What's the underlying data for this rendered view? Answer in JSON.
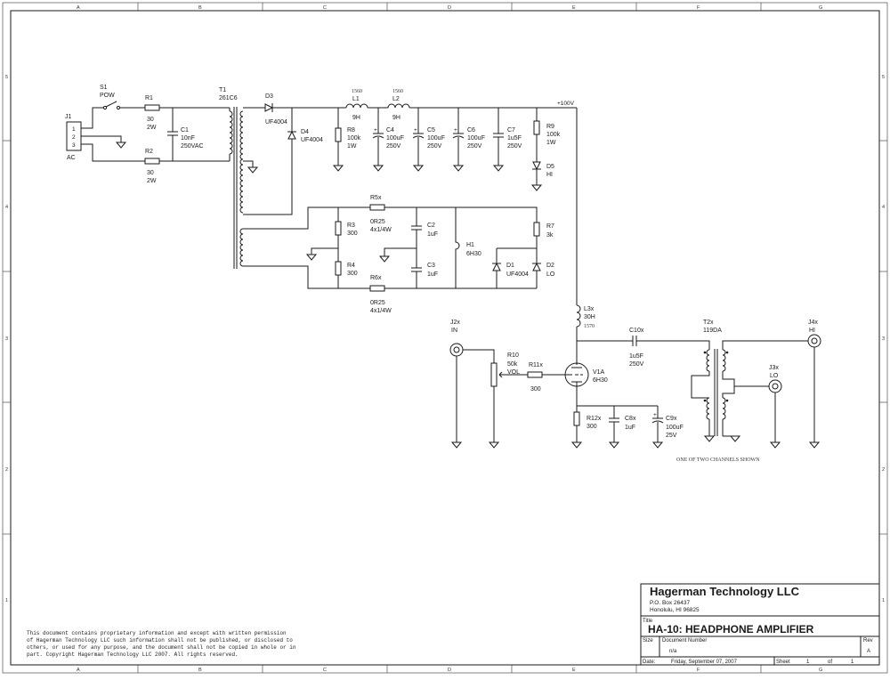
{
  "border": {
    "columns": [
      "A",
      "B",
      "C",
      "D",
      "E",
      "F",
      "G"
    ],
    "rows": [
      "5",
      "4",
      "3",
      "2",
      "1"
    ]
  },
  "components": {
    "J1": {
      "ref": "J1",
      "pins": [
        "1",
        "2",
        "3"
      ],
      "value": "AC"
    },
    "S1": {
      "ref": "S1",
      "value": "POW"
    },
    "R1": {
      "ref": "R1",
      "value": "30",
      "rating": "2W"
    },
    "R2": {
      "ref": "R2",
      "value": "30",
      "rating": "2W"
    },
    "C1": {
      "ref": "C1",
      "value": "10nF",
      "rating": "250VAC"
    },
    "T1": {
      "ref": "T1",
      "value": "261C6"
    },
    "D3": {
      "ref": "D3",
      "value": "UF4004"
    },
    "D4": {
      "ref": "D4",
      "value": "UF4004"
    },
    "R8": {
      "ref": "R8",
      "value": "100k",
      "rating": "1W"
    },
    "L1": {
      "ref": "L1",
      "value": "9H",
      "part": "1560"
    },
    "L2": {
      "ref": "L2",
      "value": "9H",
      "part": "1560"
    },
    "C4": {
      "ref": "C4",
      "value": "100uF",
      "rating": "250V"
    },
    "C5": {
      "ref": "C5",
      "value": "100uF",
      "rating": "250V"
    },
    "C6": {
      "ref": "C6",
      "value": "100uF",
      "rating": "250V"
    },
    "C7": {
      "ref": "C7",
      "value": "1u5F",
      "rating": "250V"
    },
    "R9": {
      "ref": "R9",
      "value": "100k",
      "rating": "1W"
    },
    "D5": {
      "ref": "D5",
      "value": "HI"
    },
    "rail": "+100V",
    "R5x": {
      "ref": "R5x",
      "value": "0R25",
      "rating": "4x1/4W"
    },
    "R6x": {
      "ref": "R6x",
      "value": "0R25",
      "rating": "4x1/4W"
    },
    "R3": {
      "ref": "R3",
      "value": "300"
    },
    "R4": {
      "ref": "R4",
      "value": "300"
    },
    "C2": {
      "ref": "C2",
      "value": "1uF"
    },
    "C3": {
      "ref": "C3",
      "value": "1uF"
    },
    "H1": {
      "ref": "H1",
      "value": "6H30"
    },
    "D1": {
      "ref": "D1",
      "value": "UF4004"
    },
    "D2": {
      "ref": "D2",
      "value": "LO"
    },
    "R7": {
      "ref": "R7",
      "value": "3k"
    },
    "L3x": {
      "ref": "L3x",
      "value": "30H",
      "part": "1570"
    },
    "J2x": {
      "ref": "J2x",
      "value": "IN"
    },
    "R10": {
      "ref": "R10",
      "value": "50k",
      "rating": "VOL"
    },
    "R11x": {
      "ref": "R11x",
      "value": "300"
    },
    "V1A": {
      "ref": "V1A",
      "value": "6H30"
    },
    "C10x": {
      "ref": "C10x",
      "value": "1u5F",
      "rating": "250V"
    },
    "T2x": {
      "ref": "T2x",
      "value": "119DA"
    },
    "J4x": {
      "ref": "J4x",
      "value": "HI"
    },
    "J3x": {
      "ref": "J3x",
      "value": "LO"
    },
    "R12x": {
      "ref": "R12x",
      "value": "300"
    },
    "C8x": {
      "ref": "C8x",
      "value": "1uF"
    },
    "C9x": {
      "ref": "C9x",
      "value": "100uF",
      "rating": "25V"
    }
  },
  "channel_note": "ONE OF TWO CHANNELS SHOWN",
  "disclaimer": [
    "This document contains proprietary information and except with written permission",
    "of Hagerman Technology LLC such information shall not be published, or disclosed to",
    "others, or used for any purpose, and the document shall not be copied in whole or in",
    "part.  Copyright Hagerman Technology LLC 2007.   All rights reserved."
  ],
  "title_block": {
    "company": "Hagerman Technology LLC",
    "address1": "P.O. Box 26437",
    "address2": "Honolulu, HI 96825",
    "title_label": "Title",
    "title": "HA-10: HEADPHONE AMPLIFIER",
    "size_label": "Size",
    "docnum_label": "Document Number",
    "docnum": "n/a",
    "rev_label": "Rev",
    "rev": "A",
    "date_label": "Date:",
    "date": "Friday, September 07, 2007",
    "sheet_label": "Sheet",
    "sheet": "1",
    "of_label": "of",
    "sheets": "1"
  }
}
